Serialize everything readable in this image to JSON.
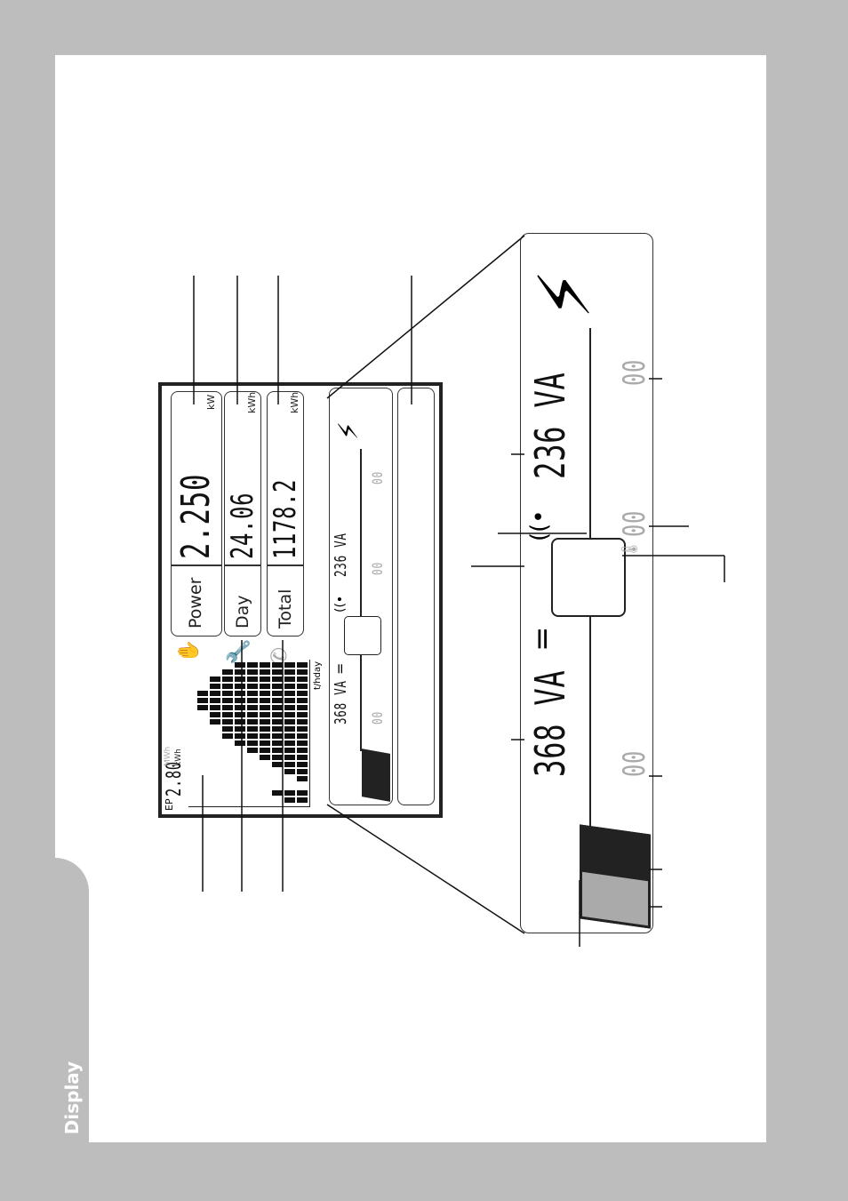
{
  "section_tab": "Display",
  "lcd": {
    "power": {
      "label": "Power",
      "value": "2.250",
      "unit": "kW"
    },
    "day": {
      "label": "Day",
      "value": "24.06",
      "unit": "kWh"
    },
    "total": {
      "label": "Total",
      "value": "1178.2",
      "unit": "kWh"
    },
    "energy_chart": {
      "prefix": "EP",
      "value": "2.80",
      "unit_mwh": "MWh",
      "unit_kwh": "kWh",
      "x_axis_label": "t/hday"
    },
    "pv_power": "368 VA",
    "pv_dc_symbol": "=",
    "grid_voltage": "236 VA",
    "blank_segments": "00"
  },
  "detail": {
    "pv_power": "368 VA",
    "pv_dc_symbol": "=",
    "grid_voltage": "236 VA",
    "blank_segments": "00"
  },
  "colors": {
    "page_bg": "#bdbdbd",
    "ink": "#111111",
    "inactive_segment": "#aaaaaa"
  }
}
